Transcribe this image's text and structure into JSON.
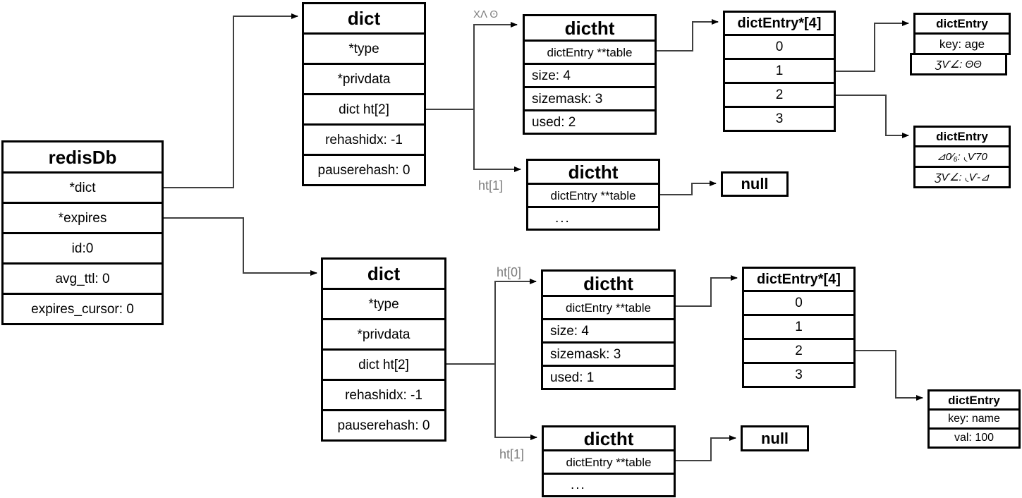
{
  "diagram": {
    "title_meaning": "redisDb / dict / dictht / dictEntry structure diagram",
    "boxes": {
      "redisdb": {
        "title": "redisDb",
        "rows": [
          "*dict",
          "*expires",
          "id:0",
          "avg_ttl: 0",
          "expires_cursor: 0"
        ]
      },
      "dict_top": {
        "title": "dict",
        "rows": [
          "*type",
          "*privdata",
          "dict ht[2]",
          "rehashidx: -1",
          "pauserehash: 0"
        ]
      },
      "dictht_top0": {
        "title": "dictht",
        "rows": [
          "dictEntry **table",
          "size: 4",
          "sizemask: 3",
          "used: 2"
        ]
      },
      "dictentry_array_top": {
        "title": "dictEntry*[4]",
        "rows": [
          "0",
          "1",
          "2",
          "3"
        ]
      },
      "dictentry_age": {
        "title": "dictEntry",
        "rows": [
          "key: age",
          "ƷѴ∠: ΘΘ"
        ]
      },
      "dictentry_garbled": {
        "title": "dictEntry",
        "rows": [
          "⊿0⁄₆: ◟Ѵ70",
          "ƷѴ∠: ◟Ѵ-⊿"
        ]
      },
      "dictht_top1": {
        "title": "dictht",
        "rows": [
          "dictEntry **table",
          "..."
        ]
      },
      "null_top": {
        "label": "null"
      },
      "dict_bottom": {
        "title": "dict",
        "rows": [
          "*type",
          "*privdata",
          "dict ht[2]",
          "rehashidx: -1",
          "pauserehash: 0"
        ]
      },
      "dictht_bot0": {
        "title": "dictht",
        "rows": [
          "dictEntry **table",
          "size: 4",
          "sizemask: 3",
          "used: 1"
        ]
      },
      "dictentry_array_bottom": {
        "title": "dictEntry*[4]",
        "rows": [
          "0",
          "1",
          "2",
          "3"
        ]
      },
      "dictentry_name": {
        "title": "dictEntry",
        "rows": [
          "key: name",
          "val: 100"
        ]
      },
      "dictht_bot1": {
        "title": "dictht",
        "rows": [
          "dictEntry **table",
          "..."
        ]
      },
      "null_bottom": {
        "label": "null"
      }
    },
    "labels": {
      "ht0_top": "XΛ ʘ",
      "ht1_top": "ht[1]",
      "ht0_bottom": "ht[0]",
      "ht1_bottom": "ht[1]"
    },
    "colors": {
      "background": "#ffffff",
      "box_border": "#000000",
      "text": "#000000",
      "connector": "#3f3f3f",
      "label_gray": "#7d7d7d"
    }
  }
}
